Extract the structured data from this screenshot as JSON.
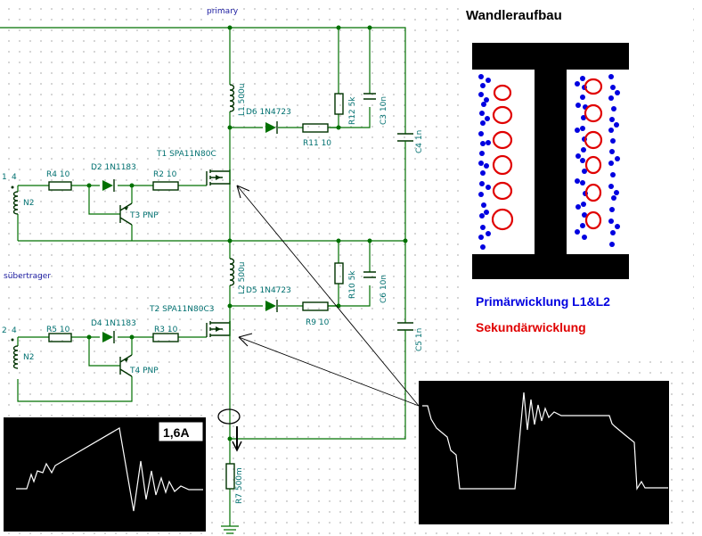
{
  "schematic": {
    "net_primary": "primary",
    "net_transformer": "sübertrager",
    "labels": {
      "L1": "L1 500u",
      "L2": "L2 500u",
      "D6": "D6 1N4723",
      "D5": "D5 1N4723",
      "R12": "R12 5k",
      "R10": "R10 5k",
      "C3": "C3 10n",
      "C6": "C6 10n",
      "C4": "C4 1n",
      "C5": "C5 1n",
      "R11": "R11 10",
      "R9": "R9 10",
      "T1": "T1 SPA11N80C",
      "T2": "T2 SPA11N80C3",
      "R4": "R4 10",
      "R5": "R5 10",
      "D2": "D2 1N1183",
      "D4": "D4 1N1183",
      "R2": "R2 10",
      "R3": "R3 10",
      "T3": "T3 PNP",
      "T4": "T4 PNP",
      "N2a": "N2",
      "N2b": "N2",
      "pin_top_l": "1",
      "pin_top_r": "4",
      "pin_bot_l": "2",
      "pin_bot_r": "4",
      "R7": "R7 500m"
    },
    "current_label": "1,6A"
  },
  "transformer": {
    "title": "Wandleraufbau",
    "legend_primary": "Primärwicklung L1&L2",
    "legend_secondary": "Sekundärwicklung",
    "primary_color": "#0000e0",
    "secondary_color": "#e00000"
  },
  "scope_current": {
    "background": "#000000",
    "trace_color": "#ffffff"
  },
  "scope_voltage": {
    "background": "#000000",
    "trace_color": "#ffffff"
  }
}
